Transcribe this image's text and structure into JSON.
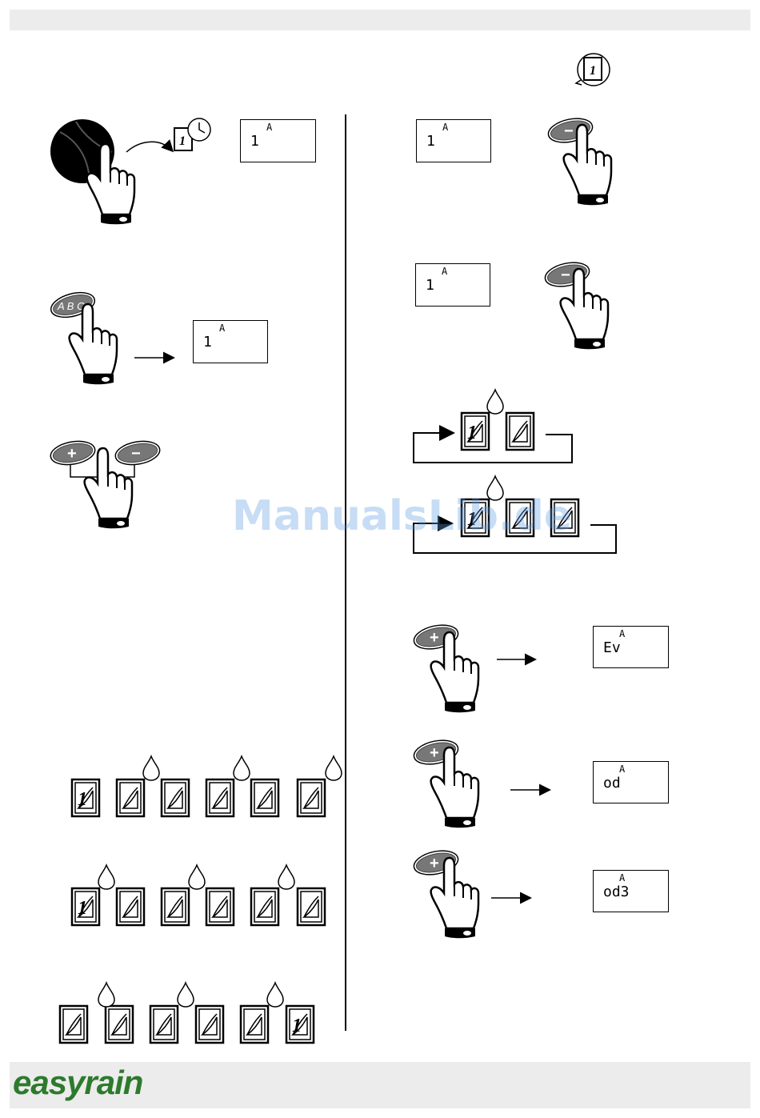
{
  "brand": {
    "name": "easyrain",
    "color": "#2d7a2d"
  },
  "watermark": "ManualsLib.de",
  "displays": [
    {
      "id": "lcd-1",
      "zone": "A",
      "value": "1"
    },
    {
      "id": "lcd-2",
      "zone": "A",
      "value": "1"
    },
    {
      "id": "lcd-3",
      "zone": "A",
      "value": "1"
    },
    {
      "id": "lcd-4",
      "zone": "A",
      "value": "1"
    },
    {
      "id": "lcd-5",
      "zone": "A",
      "value": "Ev"
    },
    {
      "id": "lcd-6",
      "zone": "A",
      "value": "od"
    },
    {
      "id": "lcd-7",
      "zone": "A",
      "value": "od3"
    }
  ],
  "buttons": {
    "abc": "A B C",
    "plus": "+",
    "minus": "−"
  },
  "calendar": {
    "first_day": "1"
  },
  "icons": {
    "dial": "rotary-dial-icon",
    "program": "program-calendar-icon",
    "clock": "clock-icon",
    "drop": "water-drop-icon",
    "hand": "pointing-hand-icon"
  }
}
